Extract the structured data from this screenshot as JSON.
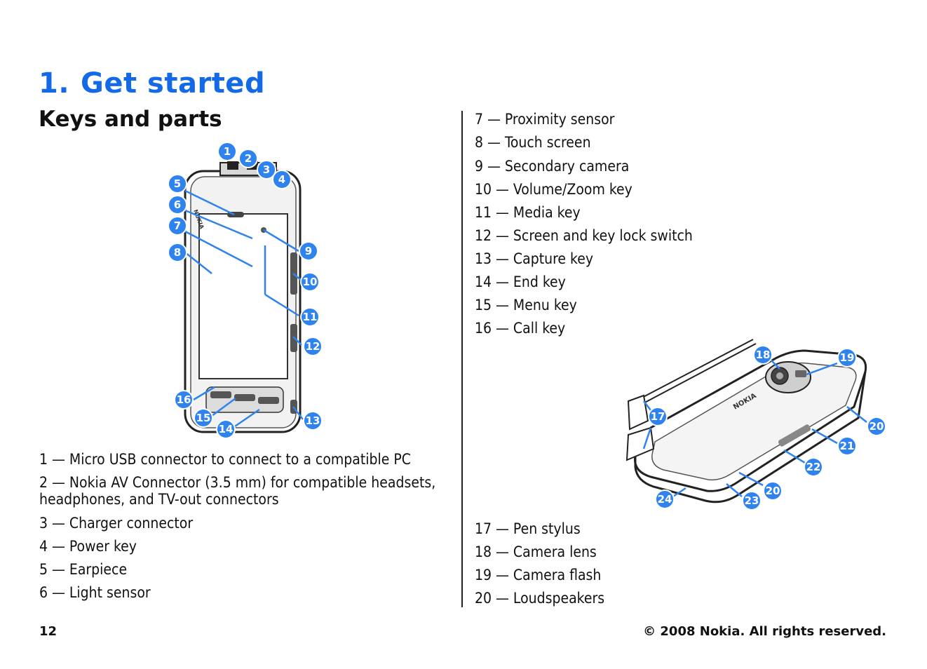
{
  "chapter": {
    "number": "1.",
    "title": "Get started"
  },
  "section_title": "Keys and parts",
  "left_items": [
    "1 — Micro USB connector to connect to a compatible PC",
    "2 — Nokia AV Connector (3.5 mm) for compatible headsets, headphones, and TV-out connectors",
    "3 — Charger connector",
    "4 — Power key",
    "5 — Earpiece",
    "6 — Light sensor"
  ],
  "right_items_top": [
    "7 — Proximity sensor",
    "8 — Touch screen",
    "9 — Secondary camera",
    "10 — Volume/Zoom key",
    "11 — Media key",
    "12 — Screen and key lock switch",
    "13 — Capture key",
    "14 — End key",
    "15 — Menu key",
    "16 — Call key"
  ],
  "right_items_bottom": [
    "17 — Pen stylus",
    "18 — Camera lens",
    "19 — Camera flash",
    "20 — Loudspeakers"
  ],
  "front_figure": {
    "brand": "NOKIA",
    "callouts": [
      "1",
      "2",
      "3",
      "4",
      "5",
      "6",
      "7",
      "8",
      "9",
      "10",
      "11",
      "12",
      "13",
      "14",
      "15",
      "16"
    ]
  },
  "back_figure": {
    "brand": "NOKIA",
    "callouts": [
      "18",
      "19",
      "17",
      "20",
      "21",
      "22",
      "20",
      "23",
      "24"
    ]
  },
  "footer": {
    "page_number": "12",
    "copyright": "© 2008 Nokia. All rights reserved."
  },
  "colors": {
    "accent": "#1469e6",
    "callout": "#2e83ee"
  }
}
